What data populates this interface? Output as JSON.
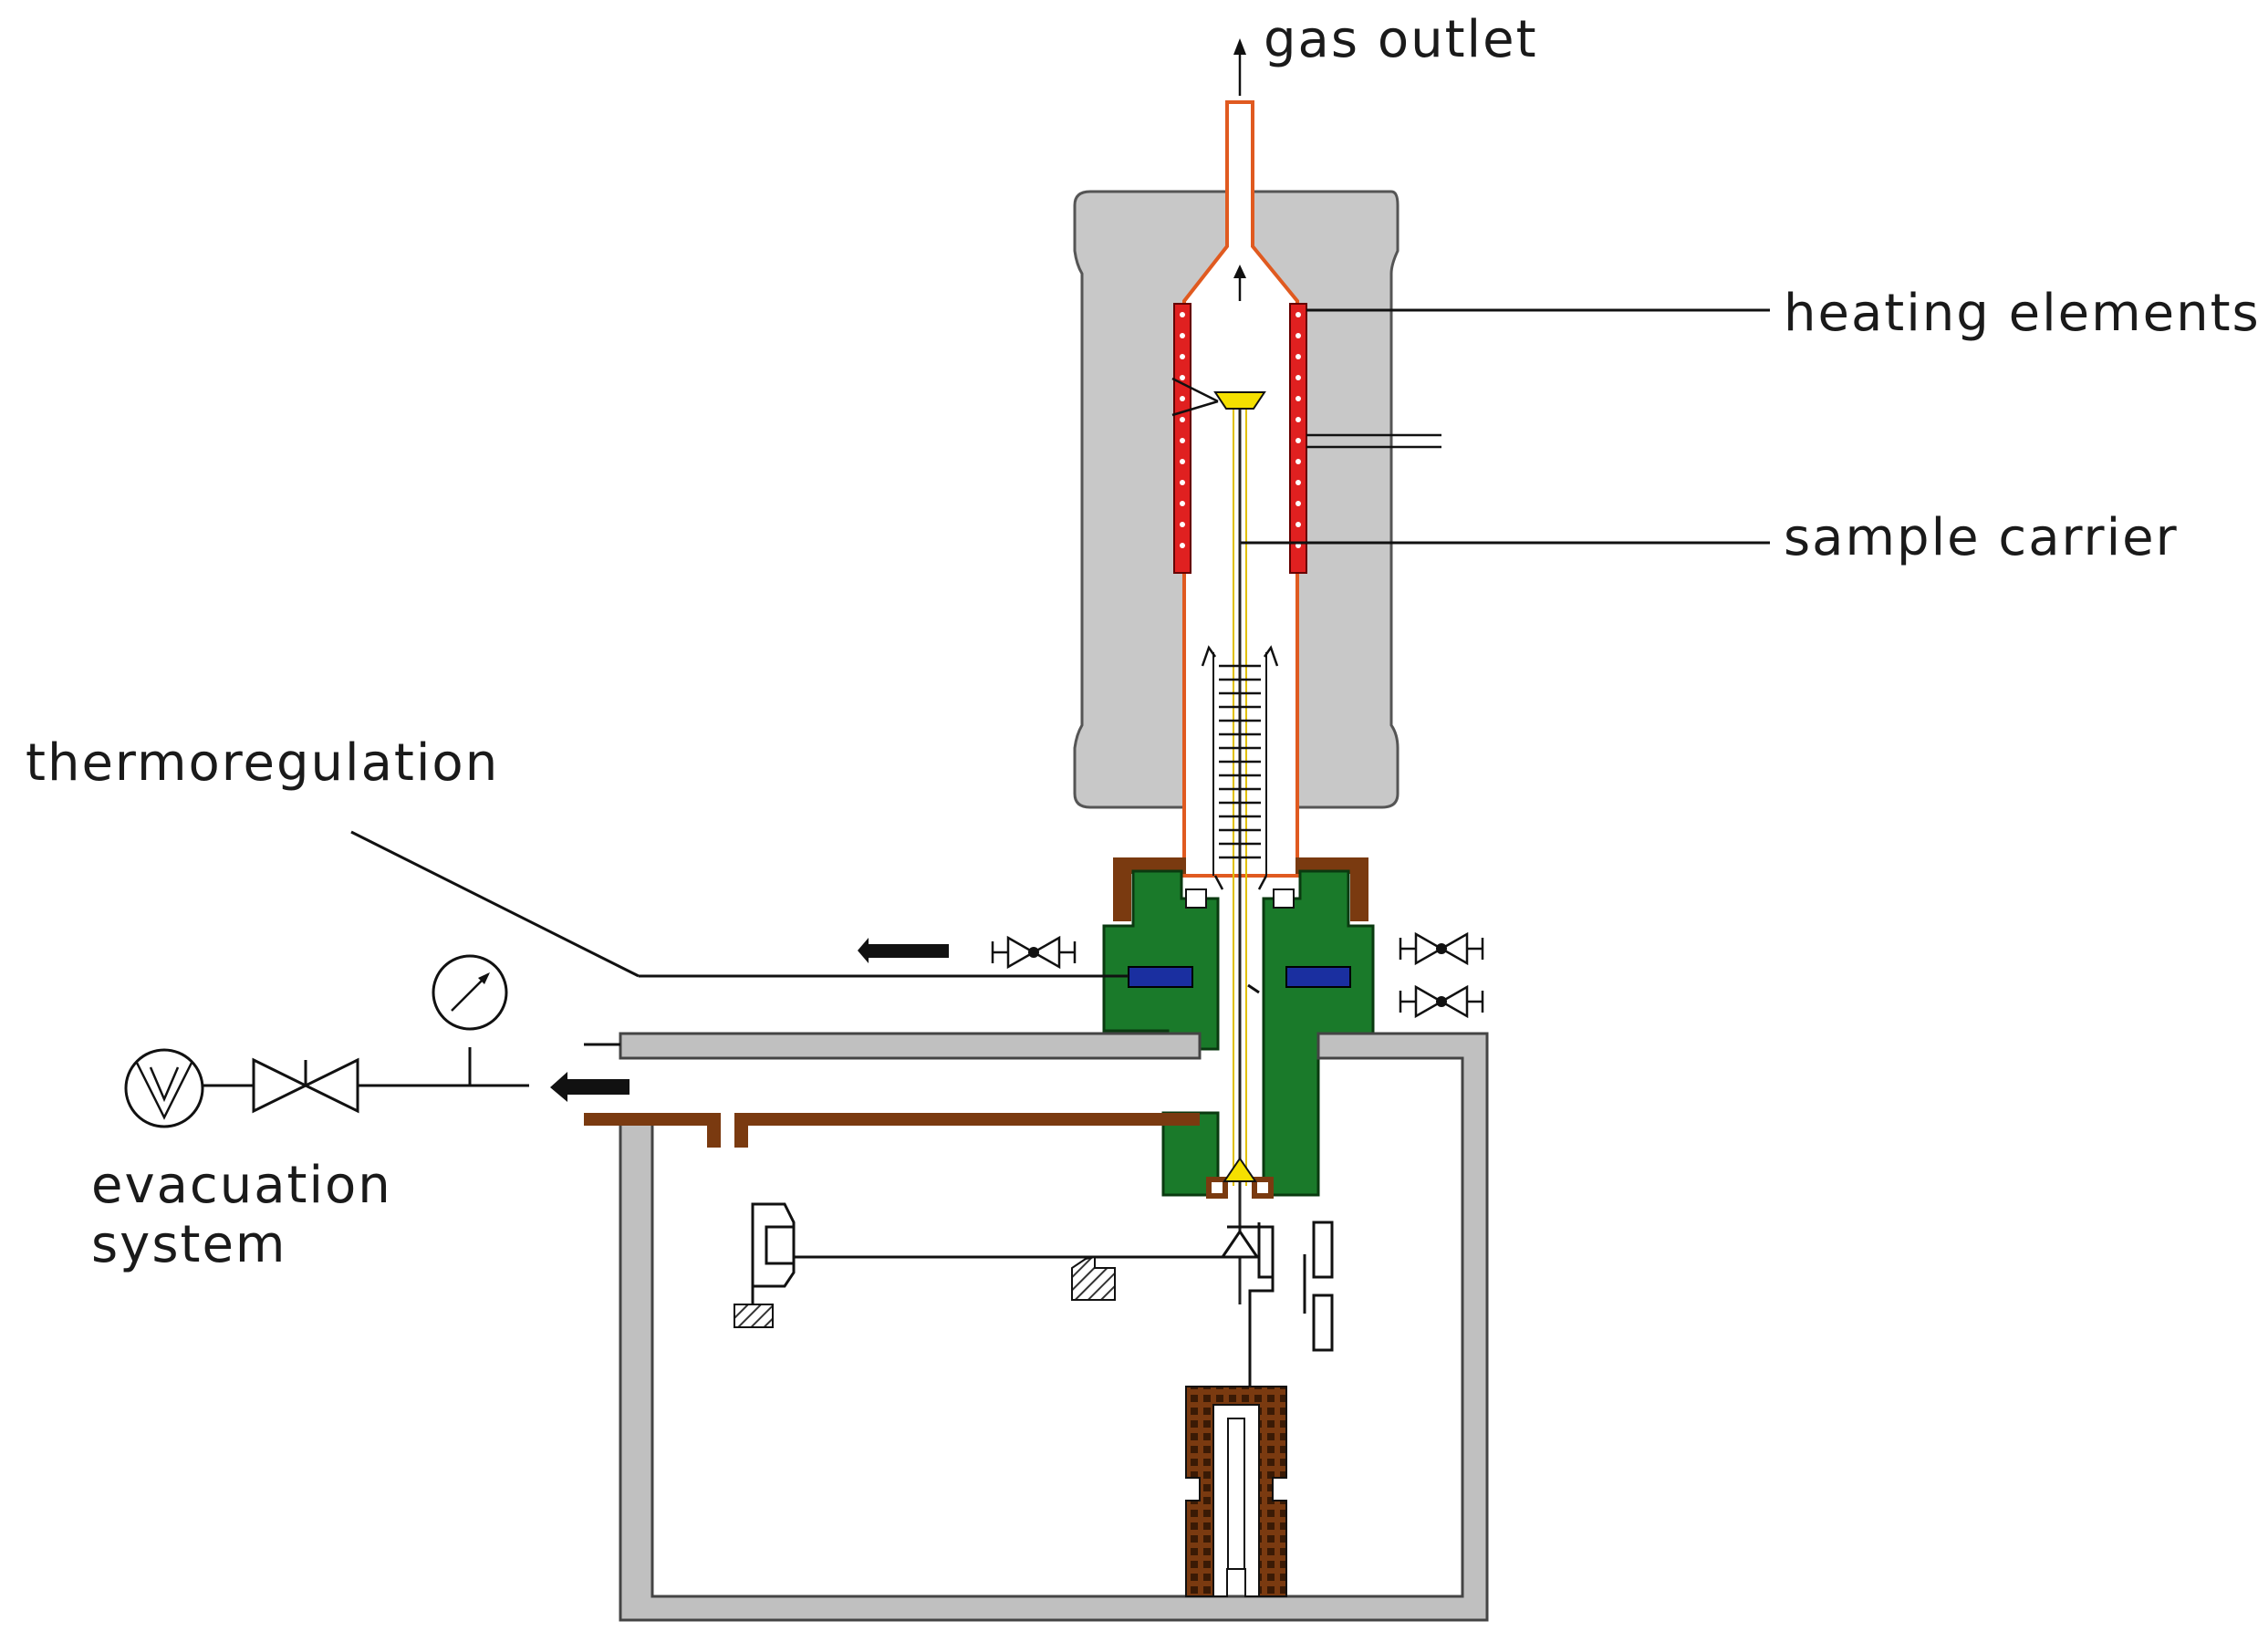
{
  "labels": {
    "gas_outlet": "gas outlet",
    "heating_elements": "heating elements",
    "sample_carrier": "sample carrier",
    "thermoregulation": "thermoregulation",
    "evacuation_line1": "evacuation",
    "evacuation_line2": "system"
  },
  "colors": {
    "furnace": "#c8c8c8",
    "heater": "#e02020",
    "tube": "#e05a20",
    "cooling_block": "#1a7a2a",
    "coil": "#1a2fa0",
    "flange": "#7a3a10",
    "sample": "#f5e000",
    "housing": "#c0c0c0"
  }
}
